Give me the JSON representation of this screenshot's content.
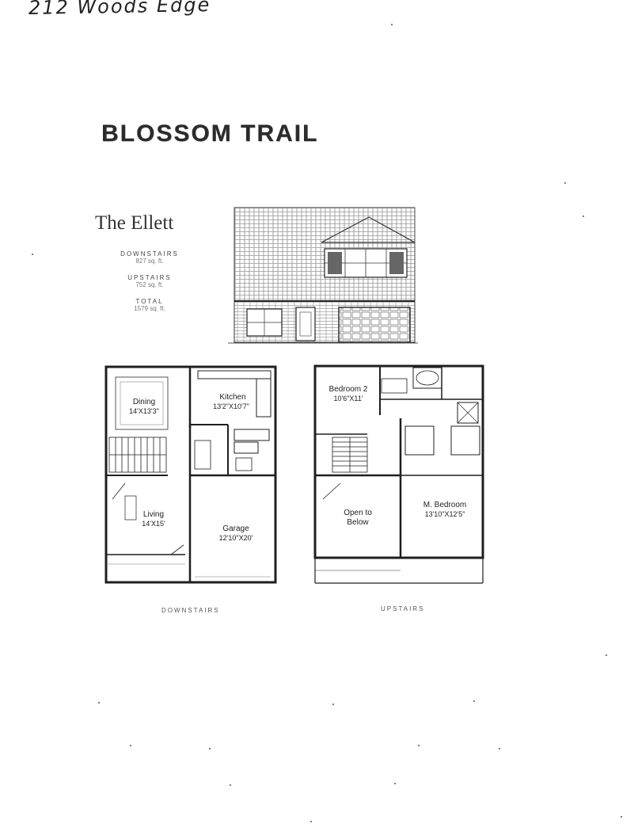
{
  "handwritten_note": "212 Woods Edge",
  "community_title": "BLOSSOM TRAIL",
  "model_name": "The Ellett",
  "square_footage": {
    "downstairs_label": "DOWNSTAIRS",
    "downstairs_value": "827 sq. ft.",
    "upstairs_label": "UPSTAIRS",
    "upstairs_value": "752 sq. ft.",
    "total_label": "TOTAL",
    "total_value": "1579 sq. ft."
  },
  "downstairs_plan": {
    "caption": "DOWNSTAIRS",
    "rooms": {
      "dining_name": "Dining",
      "dining_size": "14'X13'3\"",
      "kitchen_name": "Kitchen",
      "kitchen_size": "13'2\"X10'7\"",
      "living_name": "Living",
      "living_size": "14'X15'",
      "garage_name": "Garage",
      "garage_size": "12'10\"X20'"
    }
  },
  "upstairs_plan": {
    "caption": "UPSTAIRS",
    "rooms": {
      "bedroom2_name": "Bedroom 2",
      "bedroom2_size": "10'6\"X11'",
      "open_line1": "Open to",
      "open_line2": "Below",
      "master_name": "M. Bedroom",
      "master_size": "13'10\"X12'5\""
    }
  }
}
